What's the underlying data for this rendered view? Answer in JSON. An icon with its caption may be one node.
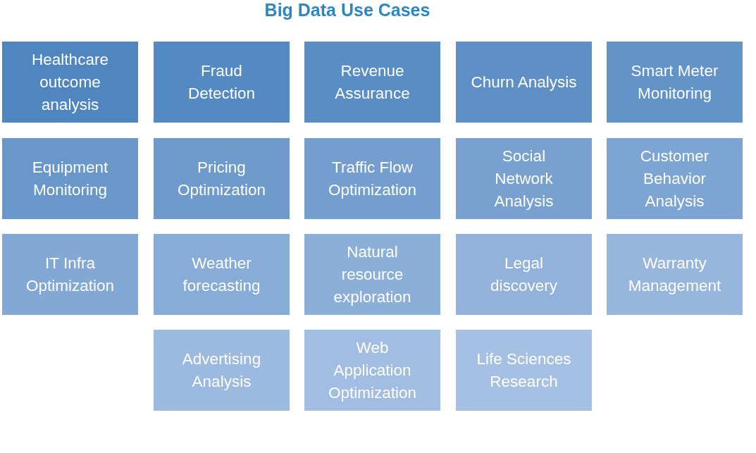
{
  "diagram": {
    "title": "Big Data Use Cases",
    "nodes": [
      {
        "text": [
          "Healthcare outcome analysis"
        ]
      },
      {
        "text": [
          "Fraud Detection"
        ]
      },
      {
        "text": [
          "Revenue Assurance"
        ]
      },
      {
        "text": [
          "Churn Analysis"
        ]
      },
      {
        "text": [
          "Smart Meter Monitoring"
        ]
      },
      {
        "text": [
          "Equipment Monitoring"
        ]
      },
      {
        "text": [
          "Pricing Optimization"
        ]
      },
      {
        "text": [
          "Traffic Flow Optimization"
        ]
      },
      {
        "text": [
          "Social Network Analysis"
        ]
      },
      {
        "text": [
          "Customer Behavior Analysis"
        ]
      },
      {
        "text": [
          "IT Infra Optimization"
        ]
      },
      {
        "text": [
          "Weather forecasting"
        ]
      },
      {
        "text": [
          "Natural resource exploration"
        ]
      },
      {
        "text": [
          "Legal discovery"
        ]
      },
      {
        "text": [
          "Warranty Management"
        ]
      },
      {
        "text": [
          "Advertising Analysis"
        ]
      },
      {
        "text": [
          "Web Application Optimization"
        ]
      },
      {
        "text": [
          "Life Sciences Research"
        ]
      }
    ]
  }
}
